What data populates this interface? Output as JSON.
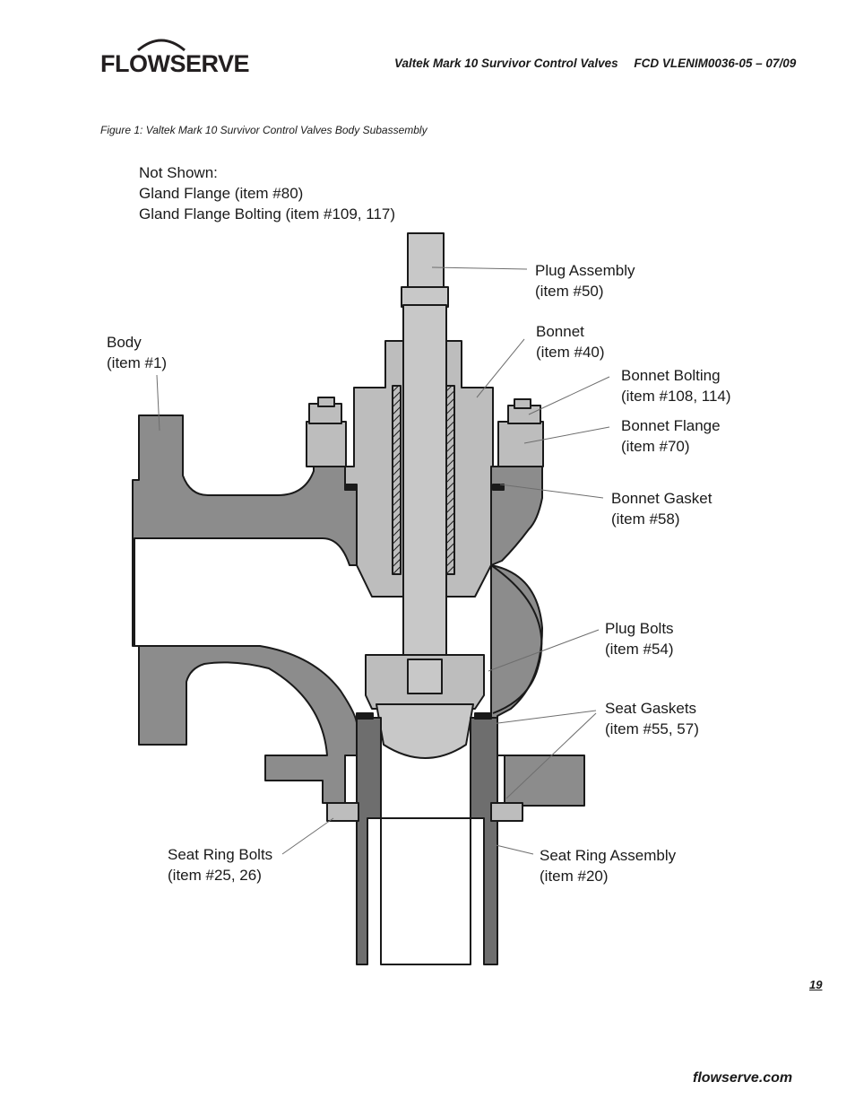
{
  "header": {
    "logo_text": "FLOWSERVE",
    "document_title": "Valtek Mark 10 Survivor Control Valves",
    "document_code": "FCD VLENIM0036-05 – 07/09"
  },
  "figure": {
    "caption": "Figure 1: Valtek Mark 10 Survivor Control Valves Body Subassembly",
    "not_shown": {
      "heading": "Not Shown:",
      "line1": "Gland Flange (item #80)",
      "line2": "Gland Flange Bolting (item #109, 117)"
    },
    "labels": {
      "body": {
        "name": "Body",
        "item": "(item #1)"
      },
      "plug_assembly": {
        "name": "Plug Assembly",
        "item": "(item #50)"
      },
      "bonnet": {
        "name": "Bonnet",
        "item": "(item #40)"
      },
      "bonnet_bolting": {
        "name": "Bonnet Bolting",
        "item": "(item #108, 114)"
      },
      "bonnet_flange": {
        "name": "Bonnet Flange",
        "item": "(item #70)"
      },
      "bonnet_gasket": {
        "name": "Bonnet Gasket",
        "item": "(item #58)"
      },
      "plug_bolts": {
        "name": "Plug Bolts",
        "item": "(item #54)"
      },
      "seat_gaskets": {
        "name": "Seat Gaskets",
        "item": "(item #55, 57)"
      },
      "seat_ring_bolts": {
        "name": "Seat Ring Bolts",
        "item": "(item #25, 26)"
      },
      "seat_ring_assembly": {
        "name": "Seat Ring Assembly",
        "item": "(item #20)"
      }
    },
    "colors": {
      "body_fill": "#8c8c8c",
      "bonnet_fill": "#bdbdbd",
      "plug_fill": "#c8c8c8",
      "seat_ring_fill": "#6e6e6e",
      "outline": "#1a1a1a"
    }
  },
  "footer": {
    "page_number": "19",
    "url": "flowserve.com"
  }
}
